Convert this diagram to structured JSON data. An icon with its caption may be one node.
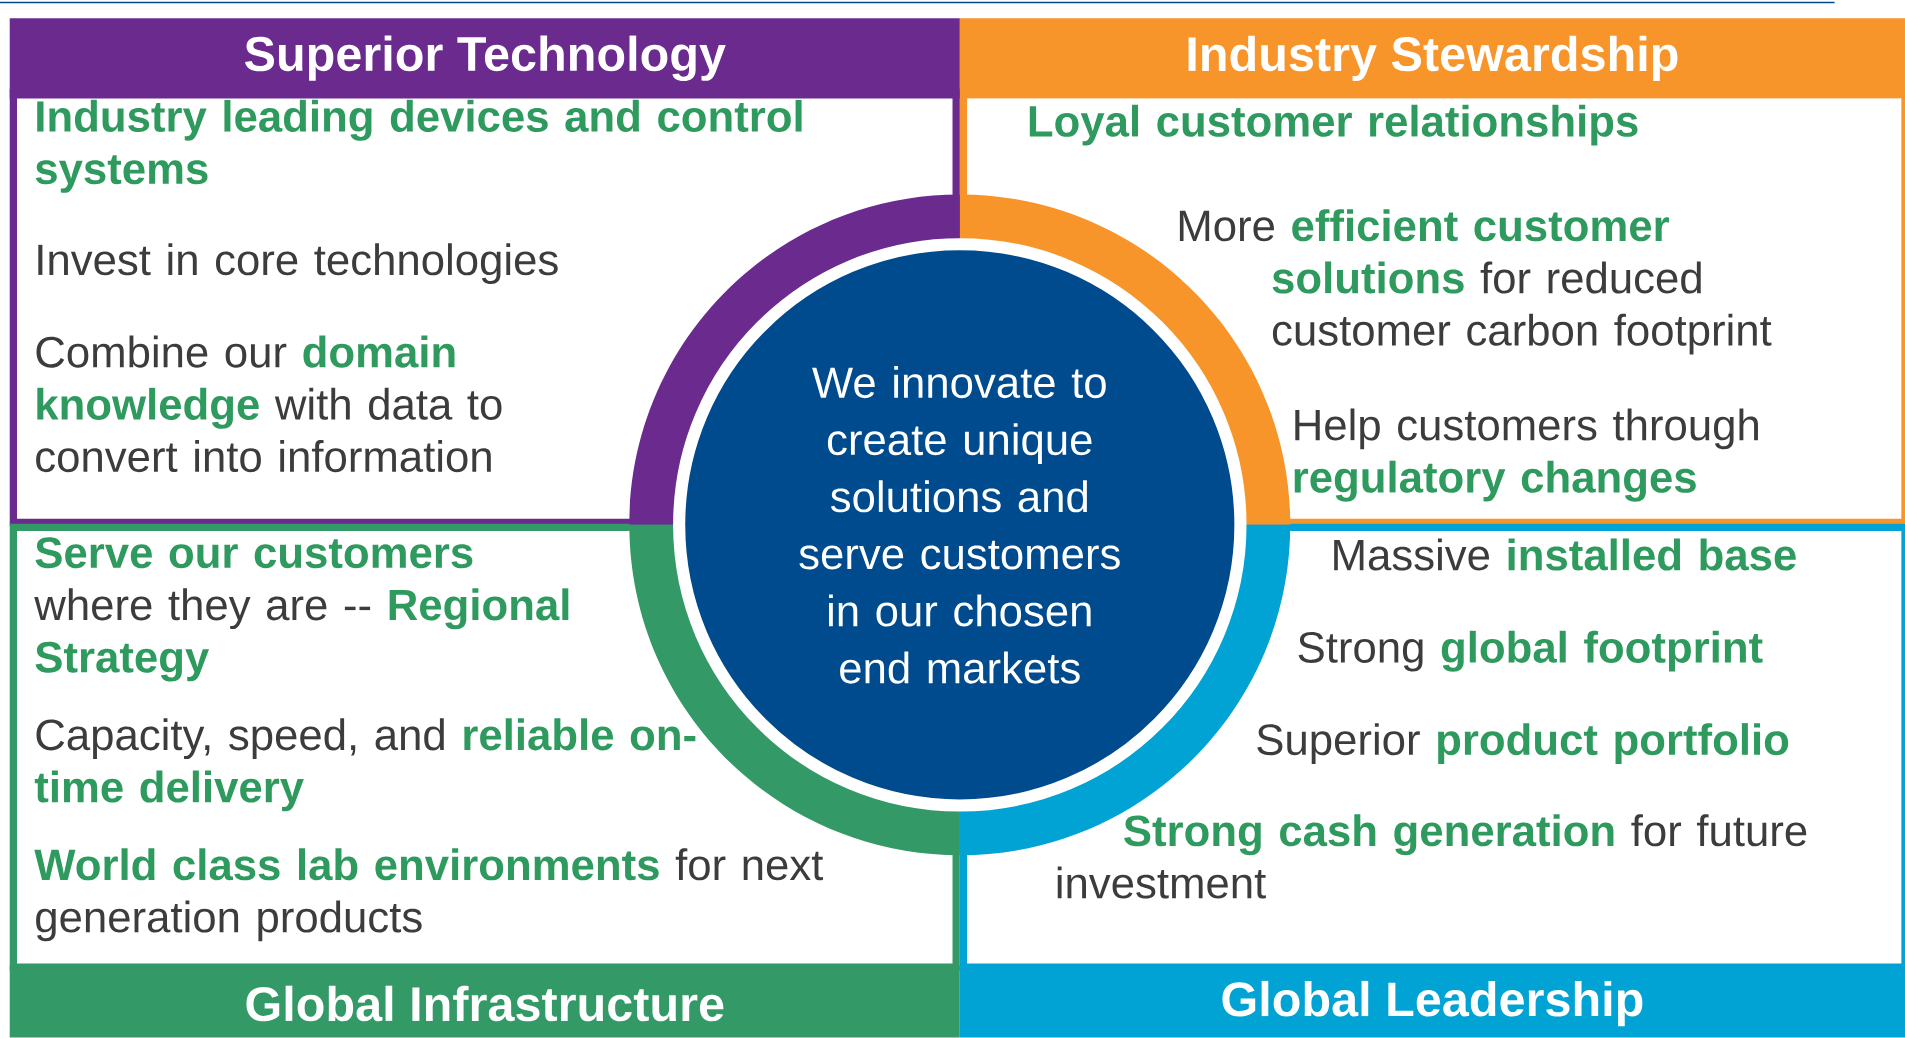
{
  "diagram": {
    "nodes": [
      {
        "text": [
          "Superior Technology",
          "Industry leading devices and control systems",
          "Invest in core technologies",
          "Combine our **domain knowledge** with data to convert into information"
        ]
      },
      {
        "text": [
          "Industry Stewardship",
          "Loyal customer relationships",
          "More **efficient customer solutions** for reduced customer carbon footprint",
          "Help customers through **regulatory changes**"
        ]
      },
      {
        "text": [
          "**Serve our customers** where they are -- **Regional Strategy**",
          "Capacity, speed, and **reliable on-time delivery**",
          "**World class lab environments** for next generation products",
          "Global Infrastructure"
        ]
      },
      {
        "text": [
          "Massive **installed base**",
          "Strong **global footprint**",
          "Superior **product portfolio**",
          "**Strong cash generation** for future investment",
          "Global Leadership"
        ]
      },
      {
        "text": [
          "We innovate to create unique solutions and serve customers in our chosen end markets"
        ]
      }
    ],
    "edges": []
  }
}
